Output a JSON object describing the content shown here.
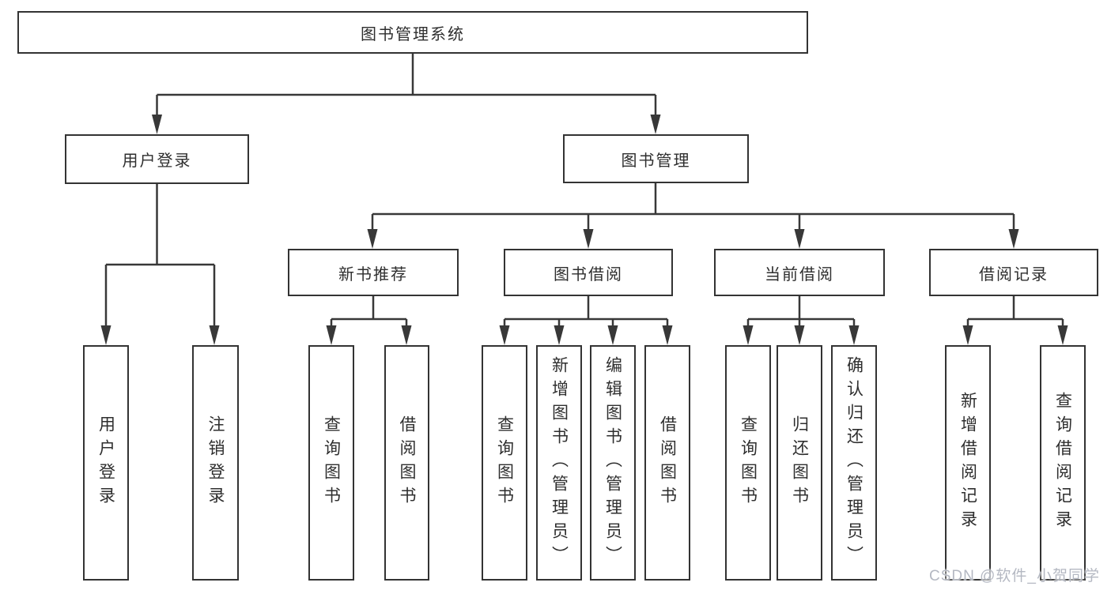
{
  "diagram_title": "图书管理系统",
  "tree": {
    "label": "图书管理系统",
    "children": [
      {
        "label": "用户登录",
        "children": [
          {
            "label": "用户登录"
          },
          {
            "label": "注销登录"
          }
        ]
      },
      {
        "label": "图书管理",
        "children": [
          {
            "label": "新书推荐",
            "children": [
              {
                "label": "查询图书"
              },
              {
                "label": "借阅图书"
              }
            ]
          },
          {
            "label": "图书借阅",
            "children": [
              {
                "label": "查询图书"
              },
              {
                "label": "新增图书（管理员）"
              },
              {
                "label": "编辑图书（管理员）"
              },
              {
                "label": "借阅图书"
              }
            ]
          },
          {
            "label": "当前借阅",
            "children": [
              {
                "label": "查询图书"
              },
              {
                "label": "归还图书"
              },
              {
                "label": "确认归还（管理员）"
              }
            ]
          },
          {
            "label": "借阅记录",
            "children": [
              {
                "label": "新增借阅记录"
              },
              {
                "label": "查询借阅记录"
              }
            ]
          }
        ]
      }
    ]
  },
  "watermark": {
    "text": "CSDN @软件_小贺同学"
  },
  "colors": {
    "line": "#383838",
    "box_border": "#333333",
    "text": "#2e2e2e",
    "background": "#ffffff",
    "watermark": "#b4b8c2"
  }
}
